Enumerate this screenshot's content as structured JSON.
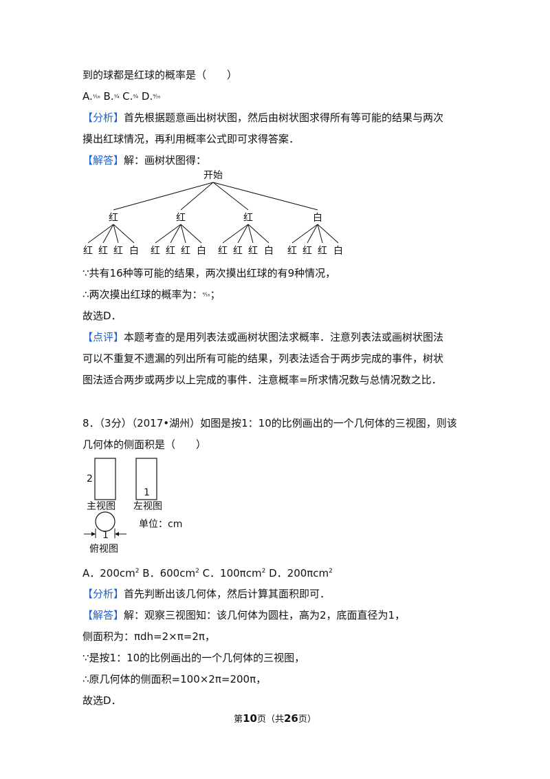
{
  "q7": {
    "stem_end": "到的球都是红球的概率是（　　）",
    "choices": {
      "a": "A.",
      "a_frac": "¹⁄₁₆",
      "b": "B.",
      "b_frac": "¹⁄₄",
      "c": "C.",
      "c_frac": "³⁄₄",
      "d": "D.",
      "d_frac": "⁹⁄₁₆"
    },
    "analysis_tag": "【分析】",
    "analysis_1": "首先根据题意画出树状图，然后由树状图求得所有等可能的结果与两次",
    "analysis_2": "摸出红球情况，再利用概率公式即可求得答案．",
    "solution_tag": "【解答】",
    "solution_intro": "解：画树状图得：",
    "tree": {
      "root": "开始",
      "level1": [
        "红",
        "红",
        "红",
        "白"
      ],
      "level2": [
        "红",
        "红",
        "红",
        "白",
        "红",
        "红",
        "红",
        "白",
        "红",
        "红",
        "红",
        "白",
        "红",
        "红",
        "红",
        "白"
      ]
    },
    "step1": "∵共有16种等可能的结果，两次摸出红球的有9种情况，",
    "step2": "∴两次摸出红球的概率为：",
    "step2_frac": "⁹⁄₁₆",
    "step2_end": "；",
    "answer": "故选D．",
    "comment_tag": "【点评】",
    "comment_1": "本题考查的是用列表法或画树状图法求概率．注意列表法或画树状图法",
    "comment_2": "可以不重复不遗漏的列出所有可能的结果，列表法适合于两步完成的事件，树状",
    "comment_3": "图法适合两步或两步以上完成的事件．注意概率=所求情况数与总情况数之比．"
  },
  "q8": {
    "stem_1": "8．（3分）（2017•湖州）如图是按1：10的比例画出的一个几何体的三视图，则该",
    "stem_2": "几何体的侧面积是（　　）",
    "figure": {
      "front_dim": "2",
      "side_dim": "1",
      "top_dim": "1",
      "front_label": "主视图",
      "side_label": "左视图",
      "top_label": "俯视图",
      "unit": "单位：cm"
    },
    "choices": {
      "a": "A．200cm",
      "b": "B．600cm",
      "c": "C．100πcm",
      "d": "D．200πcm",
      "sup": "2"
    },
    "analysis_tag": "【分析】",
    "analysis": "首先判断出该几何体，然后计算其面积即可．",
    "solution_tag": "【解答】",
    "solution_1": "解：观察三视图知：该几何体为圆柱，高为2，底面直径为1，",
    "solution_2": "侧面积为：πdh=2×π=2π，",
    "solution_3": "∵是按1：10的比例画出的一个几何体的三视图，",
    "solution_4": "∴原几何体的侧面积=100×2π=200π，",
    "answer": "故选D．"
  },
  "footer": {
    "pre": "第",
    "page": "10",
    "mid": "页（共",
    "total": "26",
    "post": "页）"
  }
}
